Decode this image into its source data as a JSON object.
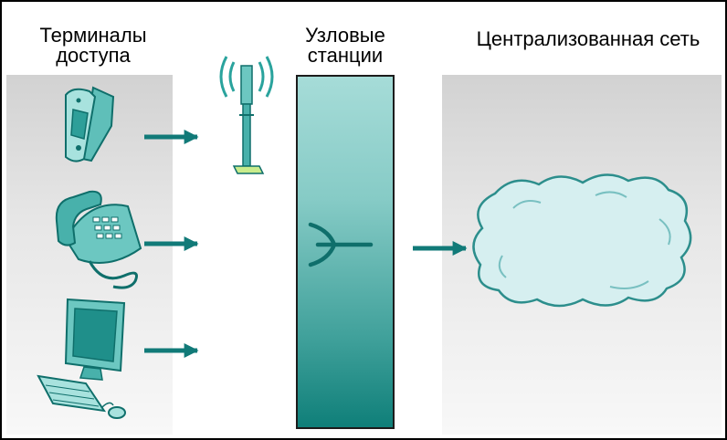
{
  "labels": {
    "access_terminals": [
      "Терминалы",
      "доступа"
    ],
    "node_stations": [
      "Узловые",
      "станции"
    ],
    "central_network": "Централизованная сеть"
  },
  "colors": {
    "arrow": "#117a78",
    "device_fill": "#6cc7c1",
    "device_dark": "#0f6f6b",
    "cloud_fill": "#d6eff0",
    "cloud_stroke": "#2c8e8c",
    "antenna_base": "#c9ec8c"
  }
}
